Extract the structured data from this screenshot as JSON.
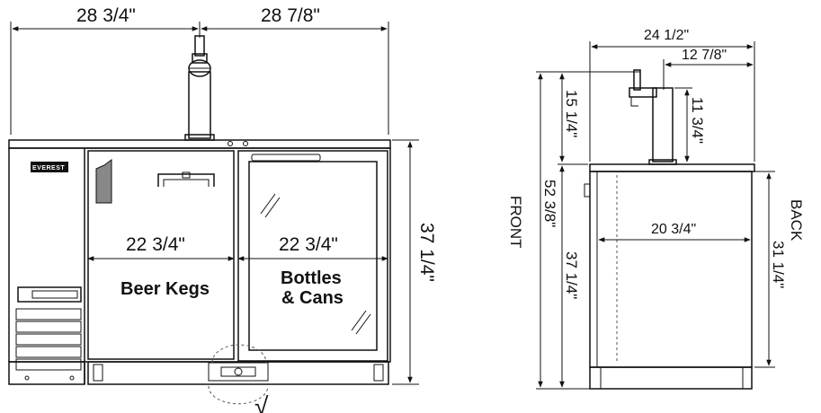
{
  "front_view": {
    "top_left_width": "28 3/4\"",
    "top_right_width": "28 7/8\"",
    "height": "37 1/4\"",
    "left_door_width": "22 3/4\"",
    "right_door_width": "22 3/4\"",
    "left_label": "Beer Kegs",
    "right_label_line1": "Bottles",
    "right_label_line2": "& Cans",
    "brand": "EVEREST",
    "check_mark": "√"
  },
  "side_view": {
    "overall_depth": "24 1/2\"",
    "tower_offset": "12 7/8\"",
    "tower_height_left": "15 1/4\"",
    "tower_height_right": "11 3/4\"",
    "total_height": "52 3/8\"",
    "cabinet_height": "37 1/4\"",
    "interior_depth": "20 3/4\"",
    "back_height": "31 1/4\"",
    "front_label": "FRONT",
    "back_label": "BACK"
  }
}
